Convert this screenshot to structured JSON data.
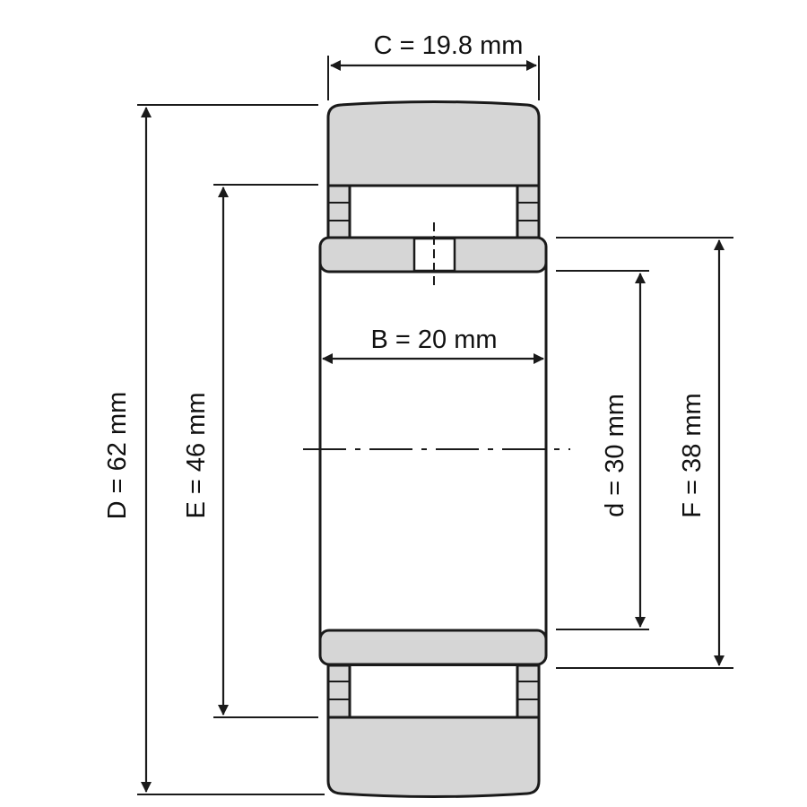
{
  "dimensions": {
    "C": "C = 19.8 mm",
    "B": "B = 20 mm",
    "D": "D = 62 mm",
    "E": "E = 46 mm",
    "d": "d = 30 mm",
    "F": "F = 38 mm"
  },
  "colors": {
    "fill": "#d6d6d6",
    "line": "#1a1a1a"
  }
}
